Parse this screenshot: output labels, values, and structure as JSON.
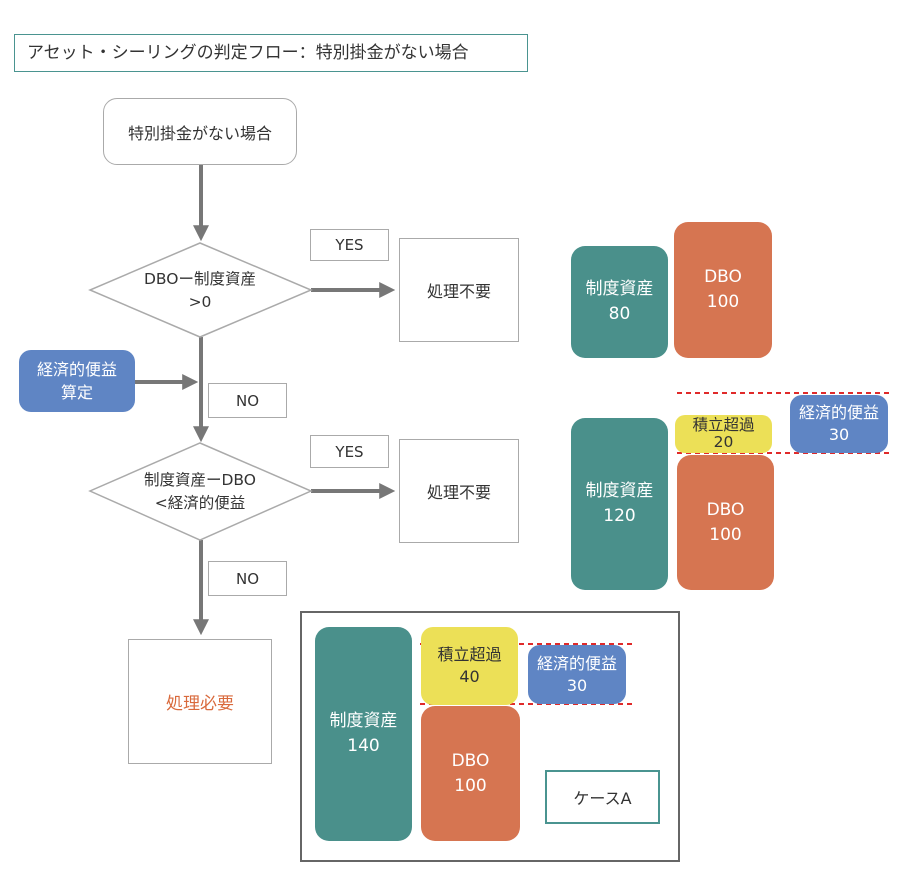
{
  "title": "アセット・シーリングの判定フロー：特別掛金がない場合",
  "flow": {
    "start": "特別掛金がない場合",
    "decision1": {
      "line1": "DBOー制度資産",
      "line2": ">0"
    },
    "decision2": {
      "line1": "制度資産ーDBO",
      "line2": "<経済的便益"
    },
    "yes_label": "YES",
    "no_label": "NO",
    "no_action": "処理不要",
    "action_required": "処理必要",
    "side_input": {
      "line1": "経済的便益",
      "line2": "算定"
    }
  },
  "diagrams": {
    "d1": {
      "asset_label": "制度資産",
      "asset_value": "80",
      "dbo_label": "DBO",
      "dbo_value": "100"
    },
    "d2": {
      "asset_label": "制度資産",
      "asset_value": "120",
      "excess_label": "積立超過",
      "excess_value": "20",
      "benefit_label": "経済的便益",
      "benefit_value": "30",
      "dbo_label": "DBO",
      "dbo_value": "100"
    },
    "d3": {
      "asset_label": "制度資産",
      "asset_value": "140",
      "excess_label": "積立超過",
      "excess_value": "40",
      "benefit_label": "経済的便益",
      "benefit_value": "30",
      "dbo_label": "DBO",
      "dbo_value": "100",
      "case_label": "ケースA"
    }
  },
  "colors": {
    "teal": "#4a908b",
    "orange": "#d67551",
    "blue": "#5f85c4",
    "yellow": "#ece057",
    "arrow": "#777777",
    "dashed_line": "#e02a2a",
    "action_required_text": "#d96a3c"
  }
}
